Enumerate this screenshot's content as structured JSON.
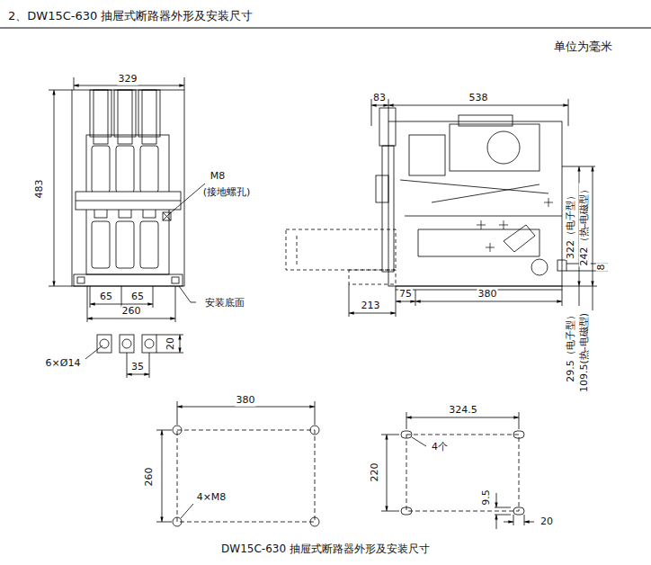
{
  "diagram": {
    "title": "2、DW15C-630 抽屉式断路器外形及安装尺寸",
    "caption": "DW15C-630 抽屉式断路器外形及安装尺寸",
    "labels": [
      "单位为毫米",
      "329",
      "483",
      "M8",
      "(接地螺孔)",
      "65",
      "65",
      "260",
      "安装底面",
      "6×Ø14",
      "20",
      "35",
      "83",
      "538",
      "322（电子型）",
      "242（热-电磁型）",
      "8",
      "29.5（电子型）",
      "109.5(热-电磁型)",
      "75",
      "380",
      "213",
      "380",
      "260",
      "4×M8",
      "324.5",
      "4个",
      "220",
      "9.5",
      "20"
    ]
  }
}
